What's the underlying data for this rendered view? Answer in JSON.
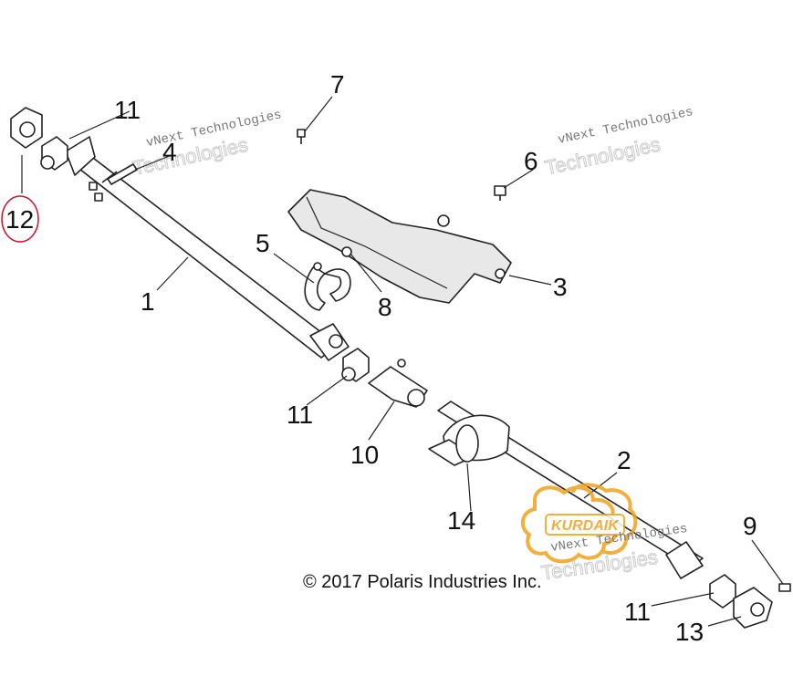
{
  "callouts": {
    "c1": "1",
    "c2": "2",
    "c3": "3",
    "c4": "4",
    "c5": "5",
    "c6": "6",
    "c7": "7",
    "c8": "8",
    "c9": "9",
    "c10": "10",
    "c11a": "11",
    "c11b": "11",
    "c11c": "11",
    "c12": "12",
    "c13": "13",
    "c14": "14"
  },
  "highlight_color": "#c8102e",
  "watermarks": {
    "w1_line1": "vNext Technologies",
    "w1_line2": "Technologies",
    "w2_line1": "vNext Technologies",
    "w2_line2": "Technologies",
    "w3_line1": "vNext Technologies",
    "w3_line2": "Technologies"
  },
  "logo": {
    "text": "KURDAIK",
    "color": "#f0a21d"
  },
  "copyright": "© 2017 Polaris Industries Inc."
}
